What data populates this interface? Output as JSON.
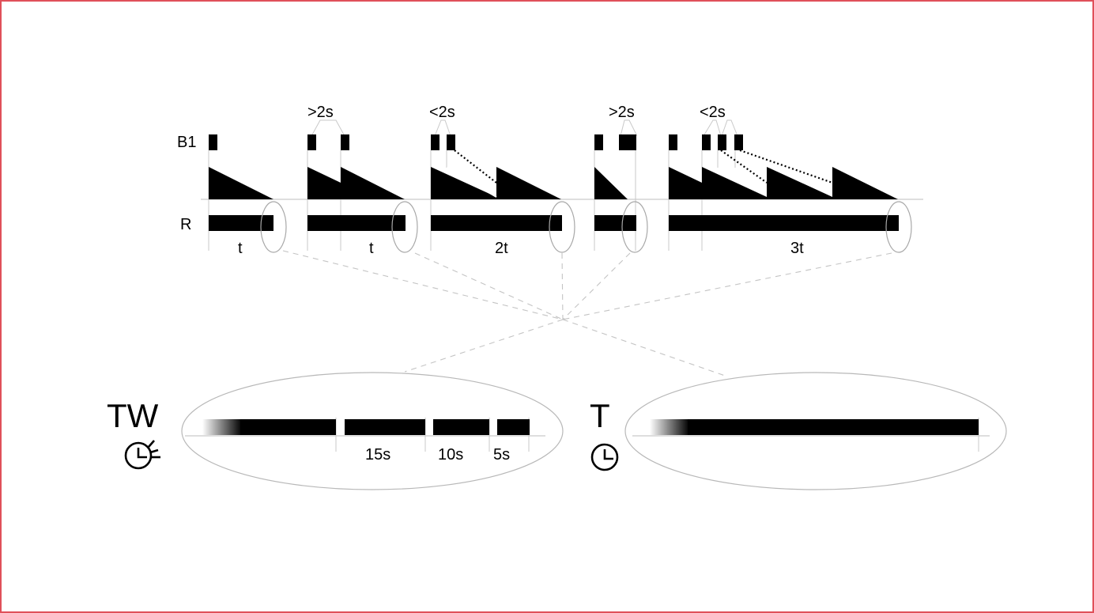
{
  "diagram": {
    "border_color": "#e0505a",
    "labels": {
      "b1": "B1",
      "r": "R"
    },
    "gap_labels": {
      "g1": ">2s",
      "g2": "<2s",
      "g3": ">2s",
      "g4": "<2s"
    },
    "durations": {
      "d1": "t",
      "d2": "t",
      "d3": "2t",
      "d4": "3t"
    },
    "tw_panel": {
      "title": "TW",
      "icon": "clock-with-signal-icon",
      "segments": [
        "15s",
        "10s",
        "5s"
      ]
    },
    "t_panel": {
      "title": "T",
      "icon": "clock-icon"
    }
  }
}
